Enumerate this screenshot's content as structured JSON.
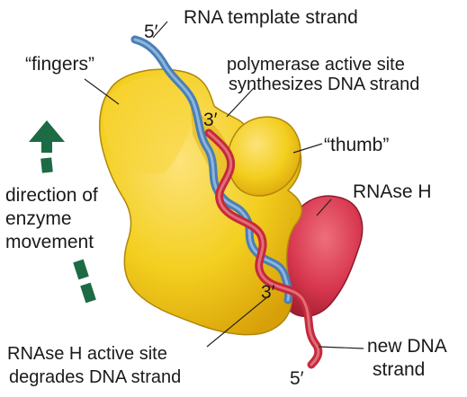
{
  "labels": {
    "rna_template": "RNA template strand",
    "fingers": "“fingers”",
    "active_site_line1": "polymerase active site",
    "active_site_line2": "synthesizes DNA strand",
    "thumb": "“thumb”",
    "rnase_h": "RNAse H",
    "direction_line1": "direction of",
    "direction_line2": "enzyme",
    "direction_line3": "movement",
    "rnase_site_line1": "RNAse H active site",
    "rnase_site_line2": "degrades DNA strand",
    "new_dna_line1": "new DNA",
    "new_dna_line2": "strand",
    "five_prime_top": "5′",
    "three_prime_top": "3′",
    "three_prime_bottom": "3′",
    "five_prime_bottom": "5′"
  },
  "colors": {
    "enzyme_fill": "#f3cf1f",
    "enzyme_shadow": "#d9a80a",
    "rnase_fill": "#d8384f",
    "rna_strand": "#4a7fb5",
    "dna_strand": "#c42a3a",
    "arrow": "#1c6b45"
  }
}
